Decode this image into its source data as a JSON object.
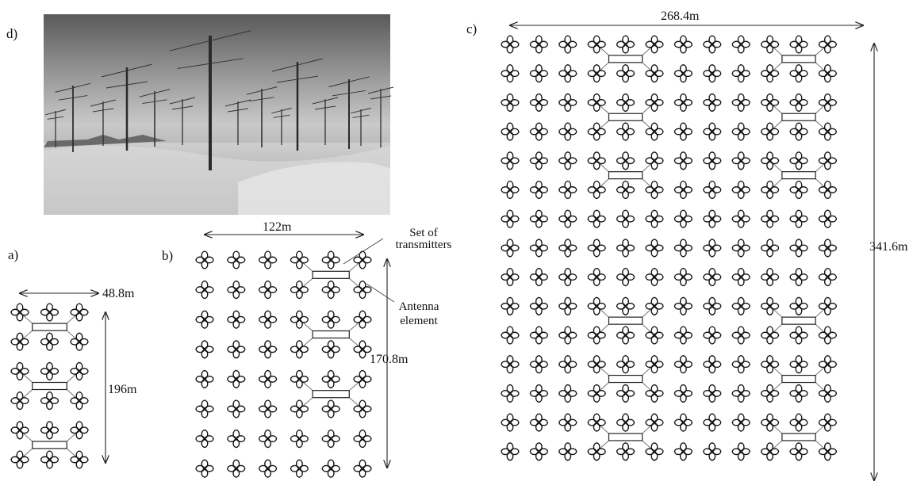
{
  "panels": {
    "a": {
      "label": "a)",
      "width": "48.8m",
      "height": "196m",
      "cols": 3,
      "rows": 6,
      "transmitters": [
        [
          0,
          1
        ],
        [
          2,
          3
        ],
        [
          4,
          5
        ]
      ]
    },
    "b": {
      "label": "b)",
      "width": "122m",
      "height": "170.8m",
      "cols": 6,
      "rows": 8,
      "transmitters": [
        [
          0,
          1
        ],
        [
          2,
          3
        ],
        [
          4,
          5
        ]
      ],
      "annotation_transmitters": [
        "Set of",
        "transmitters"
      ],
      "annotation_element": [
        "Antenna",
        "element"
      ]
    },
    "c": {
      "label": "c)",
      "width": "268.4m",
      "height": "341.6m",
      "cols": 12,
      "rows": 15,
      "transmitters": [
        [
          0,
          1
        ],
        [
          2,
          3
        ],
        [
          4,
          5
        ],
        [
          9,
          10
        ],
        [
          11,
          12
        ],
        [
          13,
          14
        ]
      ]
    },
    "d": {
      "label": "d)",
      "photo": "HAARP antenna array field photograph"
    }
  }
}
